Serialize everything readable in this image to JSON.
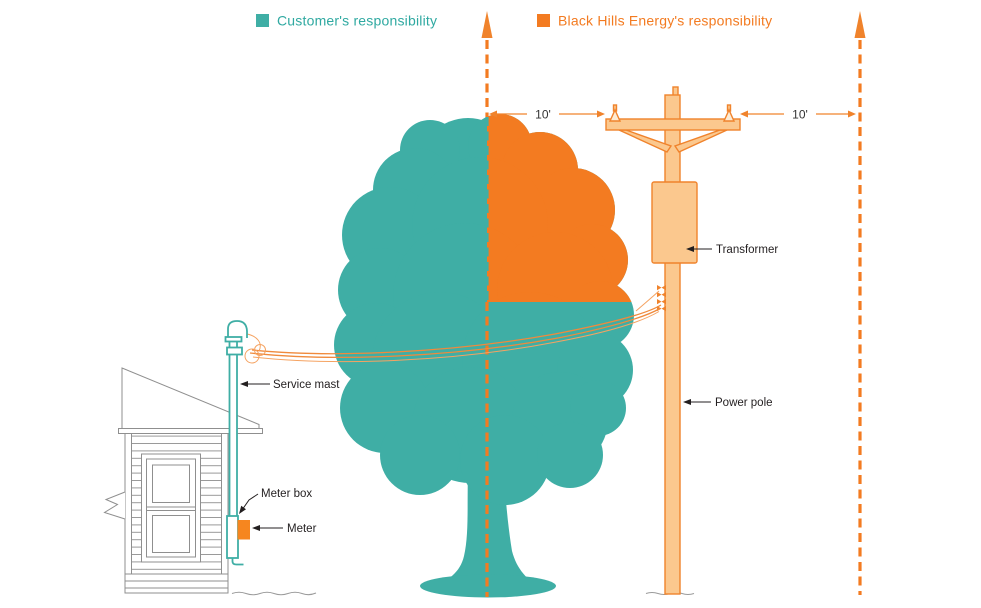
{
  "legend": {
    "customer": {
      "label": "Customer's responsibility",
      "color": "#2FA9A1",
      "swatch_color": "#3FAEA5"
    },
    "company": {
      "label": "Black Hills Energy's responsibility",
      "color": "#F37B21",
      "swatch_color": "#F37B21"
    }
  },
  "dimensions": {
    "left_clearance": "10'",
    "right_clearance": "10'"
  },
  "labels": {
    "service_mast": "Service mast",
    "meter_box": "Meter box",
    "meter": "Meter",
    "transformer": "Transformer",
    "power_pole": "Power pole"
  },
  "colors": {
    "teal": "#3FAEA5",
    "orange": "#F37B21",
    "orange_stroke": "#F0832C",
    "pole_fill": "#FBC88E",
    "meter_orange": "#F6861F",
    "house_line": "#8F8F8F",
    "ground": "#9B9B9B",
    "label_text": "#231F20"
  }
}
